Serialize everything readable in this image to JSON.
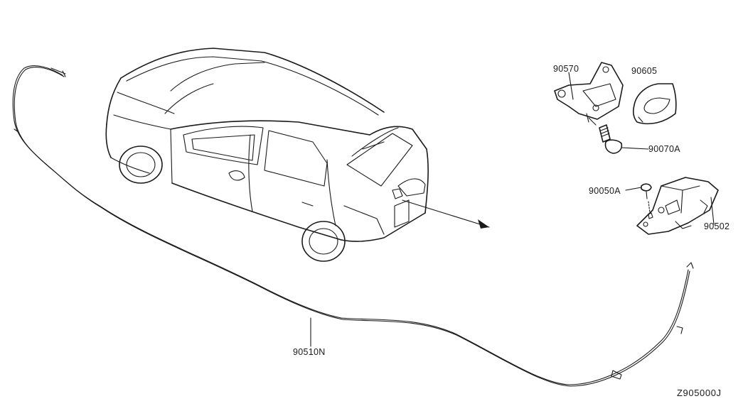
{
  "callouts": {
    "bracket": "90570",
    "handle_cover": "90605",
    "bolt_a": "90070A",
    "screw_a": "90050A",
    "lock_assembly": "90502",
    "cable": "90510N"
  },
  "diagram_code": "Z905000J"
}
